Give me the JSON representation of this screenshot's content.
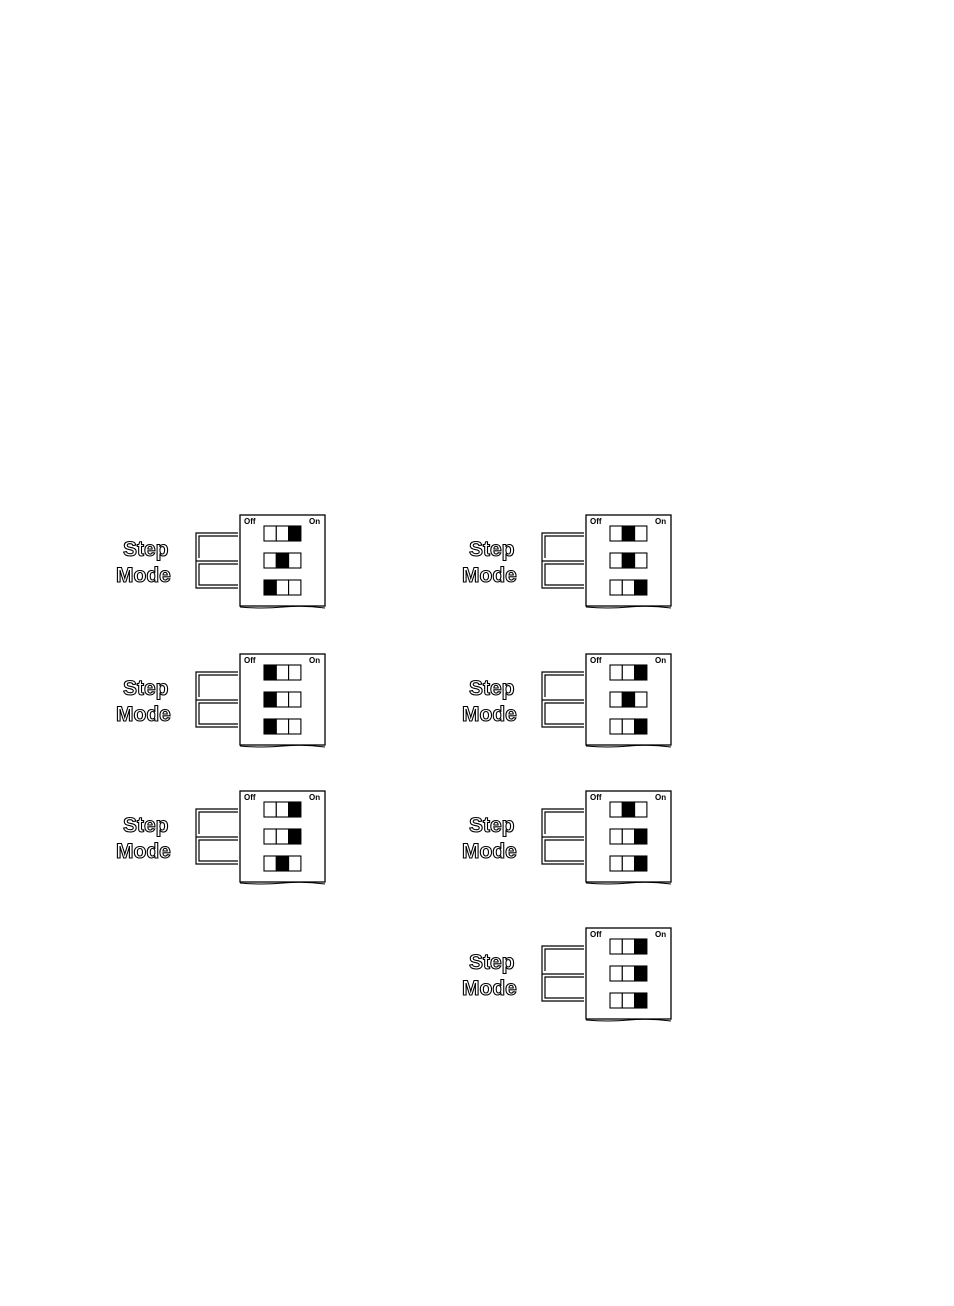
{
  "switch_labels": {
    "step": "Step",
    "mode": "Mode",
    "off": "Off",
    "on": "On"
  },
  "panels": [
    {
      "id": "left-1",
      "switches": [
        2,
        1,
        0
      ]
    },
    {
      "id": "left-2",
      "switches": [
        0,
        0,
        0
      ]
    },
    {
      "id": "left-3",
      "switches": [
        2,
        2,
        1
      ]
    },
    {
      "id": "right-1",
      "switches": [
        1,
        1,
        2
      ]
    },
    {
      "id": "right-2",
      "switches": [
        2,
        1,
        2
      ]
    },
    {
      "id": "right-3",
      "switches": [
        1,
        2,
        2
      ]
    },
    {
      "id": "right-4",
      "switches": [
        2,
        2,
        2
      ]
    }
  ],
  "colors": {
    "ink": "#000000",
    "paper": "#ffffff"
  }
}
